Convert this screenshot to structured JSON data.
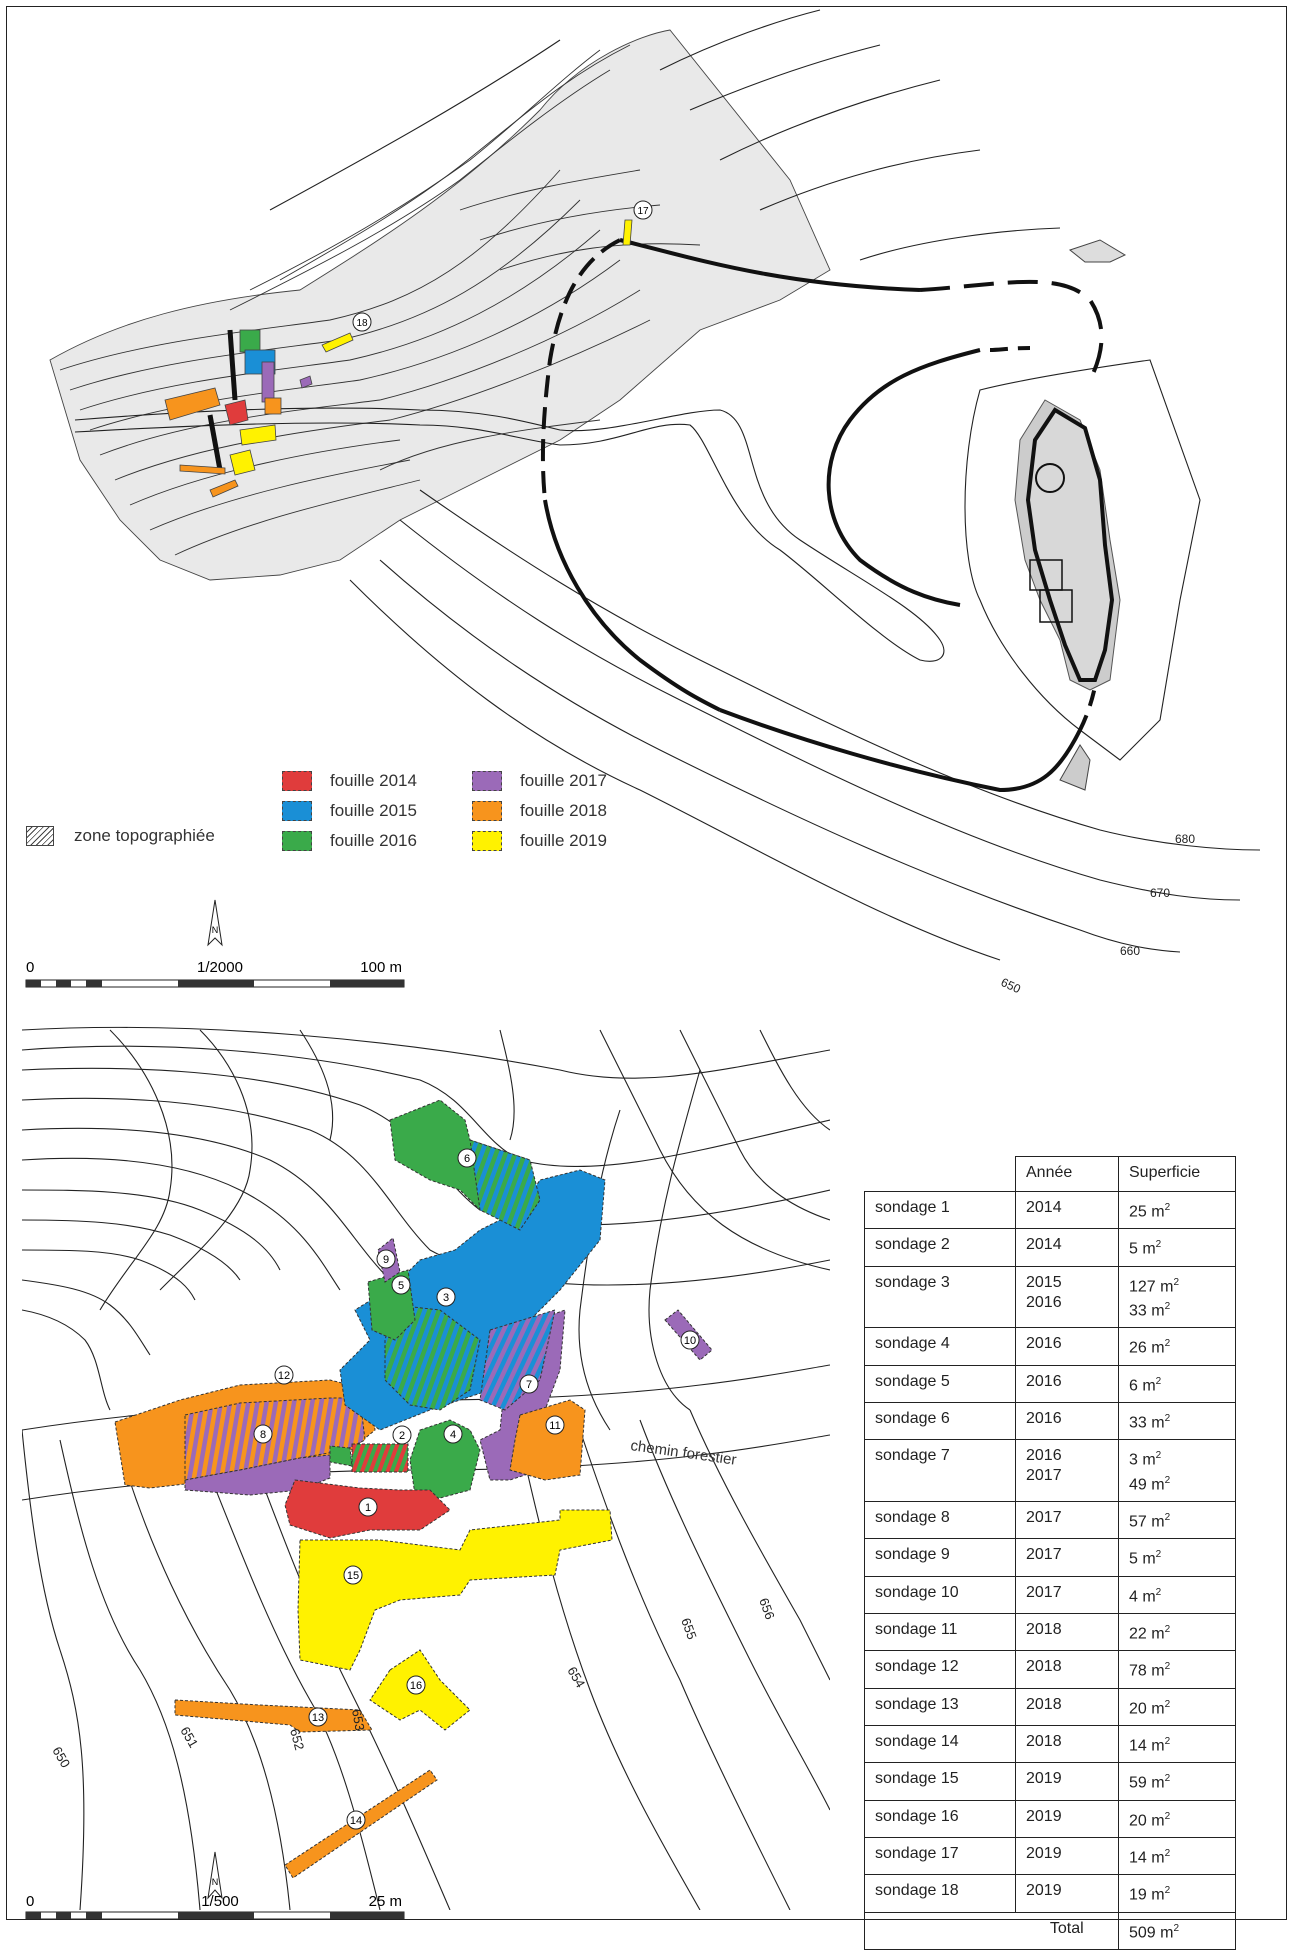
{
  "legend": {
    "items": [
      {
        "label": "fouille 2014",
        "color": "#e03c3c"
      },
      {
        "label": "fouille 2015",
        "color": "#1a8fd6"
      },
      {
        "label": "fouille 2016",
        "color": "#3aaa4a"
      },
      {
        "label": "fouille 2017",
        "color": "#9b6ab8"
      },
      {
        "label": "fouille 2018",
        "color": "#f7941d"
      },
      {
        "label": "fouille 2019",
        "color": "#fff200"
      }
    ],
    "zone_label": "zone topographiée"
  },
  "map_top": {
    "north": "N",
    "scale_start": "0",
    "scale_ratio": "1/2000",
    "scale_end": "100 m",
    "contours": [
      "680",
      "670",
      "660",
      "650"
    ],
    "markers": [
      "17",
      "18"
    ]
  },
  "map_bottom": {
    "north": "N",
    "scale_start": "0",
    "scale_ratio": "1/500",
    "scale_end": "25 m",
    "road_label": "chemin forestier",
    "contours": [
      "650",
      "651",
      "652",
      "653",
      "654",
      "655",
      "656"
    ],
    "markers": [
      "1",
      "2",
      "3",
      "4",
      "5",
      "6",
      "7",
      "8",
      "9",
      "10",
      "11",
      "12",
      "13",
      "14",
      "15",
      "16"
    ]
  },
  "table": {
    "headers": [
      "",
      "Année",
      "Superficie"
    ],
    "rows": [
      {
        "name": "sondage 1",
        "year": "2014",
        "area": "25 m",
        "year2": "",
        "area2": ""
      },
      {
        "name": "sondage 2",
        "year": "2014",
        "area": "5 m",
        "year2": "",
        "area2": ""
      },
      {
        "name": "sondage 3",
        "year": "2015",
        "area": "127 m",
        "year2": "2016",
        "area2": "33 m"
      },
      {
        "name": "sondage 4",
        "year": "2016",
        "area": "26 m",
        "year2": "",
        "area2": ""
      },
      {
        "name": "sondage 5",
        "year": "2016",
        "area": "6 m",
        "year2": "",
        "area2": ""
      },
      {
        "name": "sondage 6",
        "year": "2016",
        "area": "33 m",
        "year2": "",
        "area2": ""
      },
      {
        "name": "sondage 7",
        "year": "2016",
        "area": "3 m",
        "year2": "2017",
        "area2": "49 m"
      },
      {
        "name": "sondage 8",
        "year": "2017",
        "area": "57 m",
        "year2": "",
        "area2": ""
      },
      {
        "name": "sondage 9",
        "year": "2017",
        "area": "5 m",
        "year2": "",
        "area2": ""
      },
      {
        "name": "sondage 10",
        "year": "2017",
        "area": "4 m",
        "year2": "",
        "area2": ""
      },
      {
        "name": "sondage 11",
        "year": "2018",
        "area": "22 m",
        "year2": "",
        "area2": ""
      },
      {
        "name": "sondage 12",
        "year": "2018",
        "area": "78 m",
        "year2": "",
        "area2": ""
      },
      {
        "name": "sondage 13",
        "year": "2018",
        "area": "20 m",
        "year2": "",
        "area2": ""
      },
      {
        "name": "sondage 14",
        "year": "2018",
        "area": "14 m",
        "year2": "",
        "area2": ""
      },
      {
        "name": "sondage 15",
        "year": "2019",
        "area": "59 m",
        "year2": "",
        "area2": ""
      },
      {
        "name": "sondage 16",
        "year": "2019",
        "area": "20 m",
        "year2": "",
        "area2": ""
      },
      {
        "name": "sondage 17",
        "year": "2019",
        "area": "14 m",
        "year2": "",
        "area2": ""
      },
      {
        "name": "sondage 18",
        "year": "2019",
        "area": "19 m",
        "year2": "",
        "area2": ""
      }
    ],
    "total_label": "Total",
    "total_area": "509 m",
    "unit_sup": "2"
  }
}
